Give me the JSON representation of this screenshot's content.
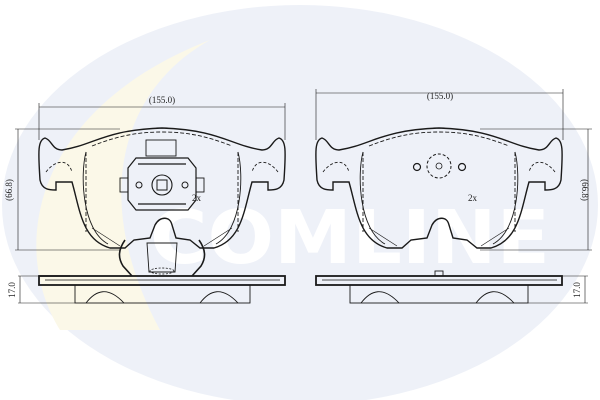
{
  "watermark": {
    "brand": "COMLINE",
    "colors": {
      "ellipse": "#eef1f8",
      "swoosh": "#fbf8e8",
      "text": "#ffffff"
    }
  },
  "drawing": {
    "line_color": "#1a1a1a",
    "front_view_left": {
      "width_label": "(155.0)",
      "height_label": "(66.8)",
      "quantity_label": "2x",
      "has_wear_sensor": true
    },
    "front_view_right": {
      "width_label": "(155.0)",
      "height_label": "(66.8)",
      "quantity_label": "2x",
      "has_wear_sensor": false
    },
    "side_view_left": {
      "thickness_label": "17.0"
    },
    "side_view_right": {
      "thickness_label": "17.0"
    }
  }
}
